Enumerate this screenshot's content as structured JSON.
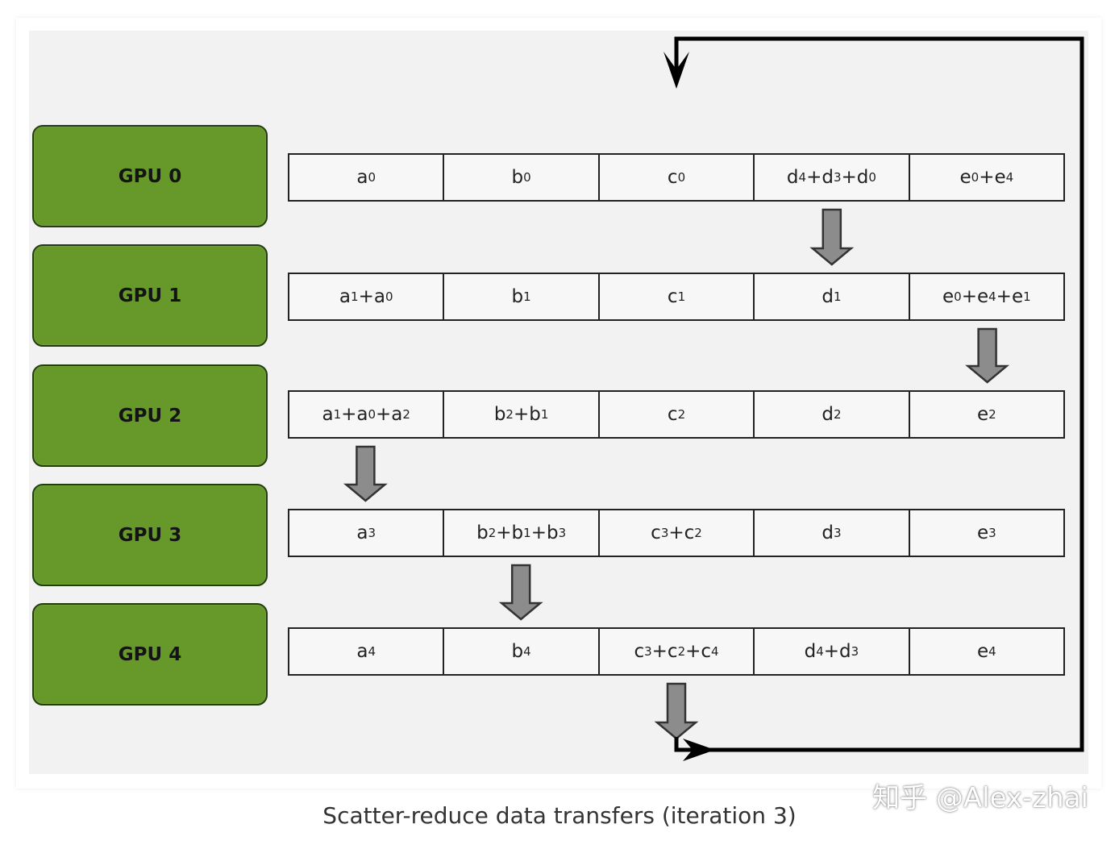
{
  "gpus": [
    "GPU 0",
    "GPU 1",
    "GPU 2",
    "GPU 3",
    "GPU 4"
  ],
  "rows": [
    [
      [
        [
          "a",
          "0"
        ]
      ],
      [
        [
          "b",
          "0"
        ]
      ],
      [
        [
          "c",
          "0"
        ]
      ],
      [
        [
          "d",
          "4"
        ],
        [
          "+d",
          "3"
        ],
        [
          "+d",
          "0"
        ]
      ],
      [
        [
          "e",
          "0"
        ],
        [
          "+e",
          "4"
        ]
      ]
    ],
    [
      [
        [
          "a",
          "1"
        ],
        [
          "+a",
          "0"
        ]
      ],
      [
        [
          "b",
          "1"
        ]
      ],
      [
        [
          "c",
          "1"
        ]
      ],
      [
        [
          "d",
          "1"
        ]
      ],
      [
        [
          "e",
          "0"
        ],
        [
          "+e",
          "4"
        ],
        [
          "+e",
          "1"
        ]
      ]
    ],
    [
      [
        [
          "a",
          "1"
        ],
        [
          "+a",
          "0"
        ],
        [
          "+a",
          "2"
        ]
      ],
      [
        [
          "b",
          "2"
        ],
        [
          "+b",
          "1"
        ]
      ],
      [
        [
          "c",
          "2"
        ]
      ],
      [
        [
          "d",
          "2"
        ]
      ],
      [
        [
          "e",
          "2"
        ]
      ]
    ],
    [
      [
        [
          "a",
          "3"
        ]
      ],
      [
        [
          "b",
          "2"
        ],
        [
          "+b",
          "1"
        ],
        [
          "+b",
          "3"
        ]
      ],
      [
        [
          "c",
          "3"
        ],
        [
          "+c",
          "2"
        ]
      ],
      [
        [
          "d",
          "3"
        ]
      ],
      [
        [
          "e",
          "3"
        ]
      ]
    ],
    [
      [
        [
          "a",
          "4"
        ]
      ],
      [
        [
          "b",
          "4"
        ]
      ],
      [
        [
          "c",
          "3"
        ],
        [
          "+c",
          "2"
        ],
        [
          "+c",
          "4"
        ]
      ],
      [
        [
          "d",
          "4"
        ],
        [
          "+d",
          "3"
        ]
      ],
      [
        [
          "e",
          "4"
        ]
      ]
    ]
  ],
  "transfers": [
    {
      "from_gpu": 0,
      "to_gpu": 1,
      "chunk": 3
    },
    {
      "from_gpu": 1,
      "to_gpu": 2,
      "chunk": 4
    },
    {
      "from_gpu": 2,
      "to_gpu": 3,
      "chunk": 0
    },
    {
      "from_gpu": 3,
      "to_gpu": 4,
      "chunk": 1
    },
    {
      "from_gpu": 4,
      "to_gpu": 0,
      "chunk": 2
    }
  ],
  "caption": "Scatter-reduce data transfers (iteration 3)",
  "watermark": "知乎 @Alex-zhai",
  "colors": {
    "gpu_fill": "#66992a",
    "gpu_border": "#243d10",
    "arrow_fill": "#8c8c8c",
    "arrow_stroke": "#333333",
    "loop_line": "#000000",
    "background": "#f2f2f2"
  }
}
